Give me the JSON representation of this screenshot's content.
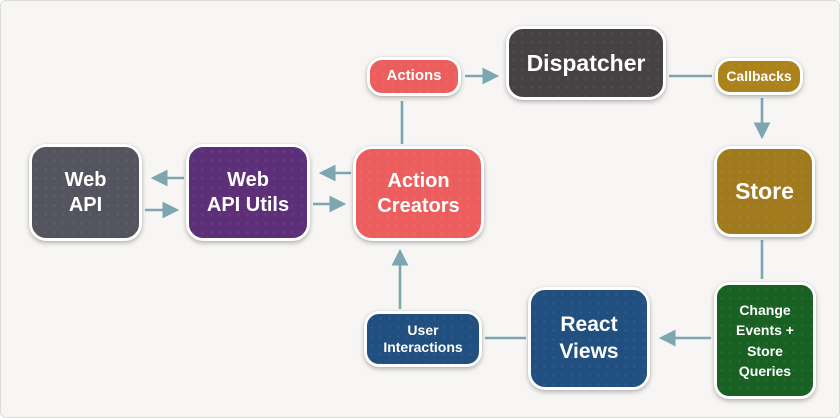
{
  "diagram": {
    "type": "flowchart",
    "colors": {
      "background": "#f7f6f4",
      "border": "#dcdcda",
      "arrow": "#7ca7b1",
      "node_text": "#ffffff",
      "node_border": "#ffffff"
    },
    "nodes": {
      "actions": {
        "label": "Actions",
        "color": "#ec5e5e"
      },
      "dispatcher": {
        "label": "Dispatcher",
        "color": "#464243"
      },
      "callbacks": {
        "label": "Callbacks",
        "color": "#ab821c"
      },
      "store": {
        "label": "Store",
        "color": "#a17a1e"
      },
      "web_api": {
        "label": "Web\nAPI",
        "color": "#54545e"
      },
      "web_api_utils": {
        "label": "Web\nAPI Utils",
        "color": "#5e2f79"
      },
      "action_creators": {
        "label": "Action\nCreators",
        "color": "#ec5e5e"
      },
      "user_interactions": {
        "label": "User\nInteractions",
        "color": "#214f80"
      },
      "react_views": {
        "label": "React\nViews",
        "color": "#214f80"
      },
      "change_events": {
        "label": "Change\nEvents +\nStore\nQueries",
        "color": "#186123"
      }
    },
    "edges": [
      {
        "id": "action-creators-to-actions",
        "from": "action_creators",
        "to": "actions",
        "arrowhead": false
      },
      {
        "id": "actions-to-dispatcher",
        "from": "actions",
        "to": "dispatcher",
        "arrowhead": true
      },
      {
        "id": "dispatcher-to-callbacks",
        "from": "dispatcher",
        "to": "callbacks",
        "arrowhead": false
      },
      {
        "id": "callbacks-to-store",
        "from": "callbacks",
        "to": "store",
        "arrowhead": true
      },
      {
        "id": "store-to-change-events",
        "from": "store",
        "to": "change_events",
        "arrowhead": false
      },
      {
        "id": "change-events-to-react-views",
        "from": "change_events",
        "to": "react_views",
        "arrowhead": true
      },
      {
        "id": "react-views-to-user-interactions",
        "from": "react_views",
        "to": "user_interactions",
        "arrowhead": false
      },
      {
        "id": "user-interactions-to-action-creators",
        "from": "user_interactions",
        "to": "action_creators",
        "arrowhead": true
      },
      {
        "id": "action-creators-to-web-api-utils",
        "from": "action_creators",
        "to": "web_api_utils",
        "arrowhead": true
      },
      {
        "id": "web-api-utils-to-action-creators",
        "from": "web_api_utils",
        "to": "action_creators",
        "arrowhead": true
      },
      {
        "id": "web-api-utils-to-web-api",
        "from": "web_api_utils",
        "to": "web_api",
        "arrowhead": true
      },
      {
        "id": "web-api-to-web-api-utils",
        "from": "web_api",
        "to": "web_api_utils",
        "arrowhead": true
      }
    ]
  }
}
